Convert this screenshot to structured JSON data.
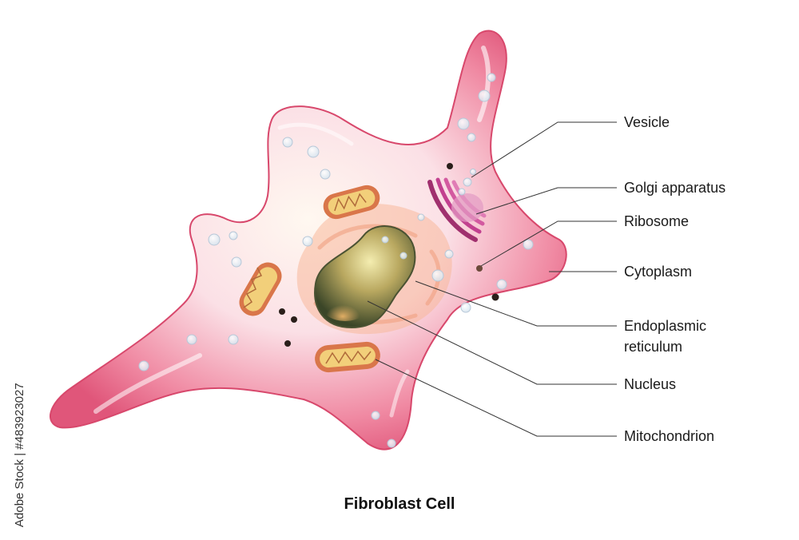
{
  "diagram": {
    "title": "Fibroblast Cell",
    "labels": {
      "vesicle": "Vesicle",
      "golgi": "Golgi apparatus",
      "ribosome": "Ribosome",
      "cytoplasm": "Cytoplasm",
      "er_line1": "Endoplasmic",
      "er_line2": "reticulum",
      "nucleus": "Nucleus",
      "mitochondrion": "Mitochondrion"
    },
    "stock_id": "Adobe Stock | #483923027"
  },
  "colors": {
    "membrane": "#e8607f",
    "cytoplasm": "#fbe3e8",
    "nucleus_dark": "#3f4a2a",
    "nucleus_light": "#e9d98a",
    "golgi": "#c2408f",
    "mito_outer": "#d9764a",
    "mito_inner": "#f2cf7a",
    "er": "#f6b9a0",
    "label_line": "#333333"
  }
}
